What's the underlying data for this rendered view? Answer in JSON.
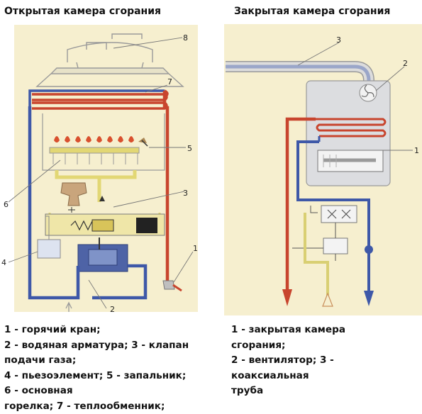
{
  "titles": {
    "left": "Открытая камера сгорания",
    "right": "Закрытая камера сгорания"
  },
  "left_diagram": {
    "labels": [
      "1",
      "2",
      "3",
      "4",
      "5",
      "6",
      "7",
      "8"
    ]
  },
  "right_diagram": {
    "labels": [
      "1",
      "2",
      "3"
    ]
  },
  "legend_left": [
    "1 - горячий кран;",
    "2 - водяная арматура; 3 - клапан",
    "подачи газа;",
    "4 - пьезоэлемент; 5 - запальник;",
    "6 - основная",
    "горелка; 7 - теплообменник;"
  ],
  "legend_right": [
    "1 - закрытая камера",
    "сгорания;",
    "2 - вентилятор; 3 -",
    "коаксиальная",
    "труба"
  ],
  "colors": {
    "hot_pipe": "#c8452e",
    "cold_pipe": "#3e58a8",
    "gas_pipe": "#d9cf73",
    "panel_bg": "#f6efcf"
  }
}
